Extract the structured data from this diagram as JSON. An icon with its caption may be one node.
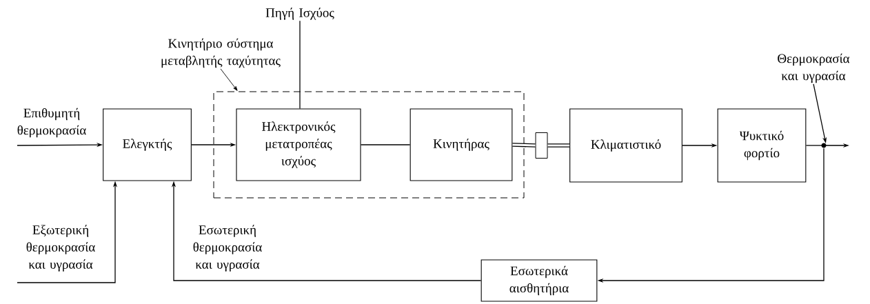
{
  "diagram": {
    "nodes": [
      {
        "text": [
          "Ελεγκτής"
        ]
      },
      {
        "text": [
          "Κινητήριο σύστημα μεταβλητής ταχύτητας"
        ]
      },
      {
        "text": [],
        "shape": "box"
      },
      {
        "text": [
          "Ηλεκτρονικός μετατροπέας ισχύος"
        ],
        "in": 2
      },
      {
        "text": [
          "Κινητήρας"
        ],
        "in": 2
      },
      {
        "text": [],
        "shape": "box"
      },
      {
        "text": [
          "Κλιματιστικό"
        ]
      },
      {
        "text": [
          "Ψυκτικό φορτίο"
        ]
      },
      {
        "text": [],
        "shape": "circle"
      },
      {
        "text": [
          "Θερμοκρασία και υγρασία"
        ]
      },
      {
        "text": [
          "Εσωτερικά αισθητήρια"
        ]
      },
      {
        "text": [
          "Πηγή Ισχύος"
        ]
      }
    ],
    "edges": [
      {
        "from": null,
        "to": 0,
        "arrow": "to",
        "label": "Επιθυμητή θερμοκρασία"
      },
      {
        "from": null,
        "to": 0,
        "arrow": "to",
        "label": "Εξωτερική θερμοκρασία και υγρασία"
      },
      {
        "from": 0,
        "to": 3,
        "arrow": "to"
      },
      {
        "from": 3,
        "to": 4,
        "arrow": "none"
      },
      {
        "from": 4,
        "to": 5,
        "arrow": "none",
        "style": "thick"
      },
      {
        "from": 5,
        "to": 6,
        "arrow": "none",
        "style": "thick"
      },
      {
        "from": 6,
        "to": 7,
        "arrow": "to"
      },
      {
        "from": 7,
        "to": 8,
        "arrow": "none"
      },
      {
        "from": 8,
        "to": null,
        "arrow": "to"
      },
      {
        "from": 8,
        "to": 10,
        "arrow": "to"
      },
      {
        "from": 10,
        "to": 0,
        "arrow": "to",
        "label": "Εσωτερική θερμοκρασία και υγρασία"
      },
      {
        "from": 11,
        "to": 3,
        "arrow": "none"
      },
      {
        "from": 1,
        "to": 2,
        "arrow": "to"
      },
      {
        "from": 9,
        "to": 8,
        "arrow": "to"
      }
    ]
  }
}
